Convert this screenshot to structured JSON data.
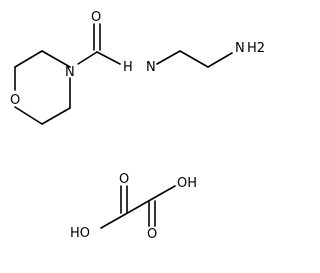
{
  "molecules": [
    {
      "id": "amide",
      "atoms": {
        "carbonyl_o": "O",
        "nh": "N",
        "nh_h": "H",
        "ring_n": "N",
        "ring_o": "O",
        "amine_n": "N",
        "amine_h2": "H2"
      }
    },
    {
      "id": "oxalic-acid",
      "atoms": {
        "o1": "O",
        "o2": "O",
        "oh_left": "HO",
        "oh_right": "OH"
      }
    }
  ]
}
